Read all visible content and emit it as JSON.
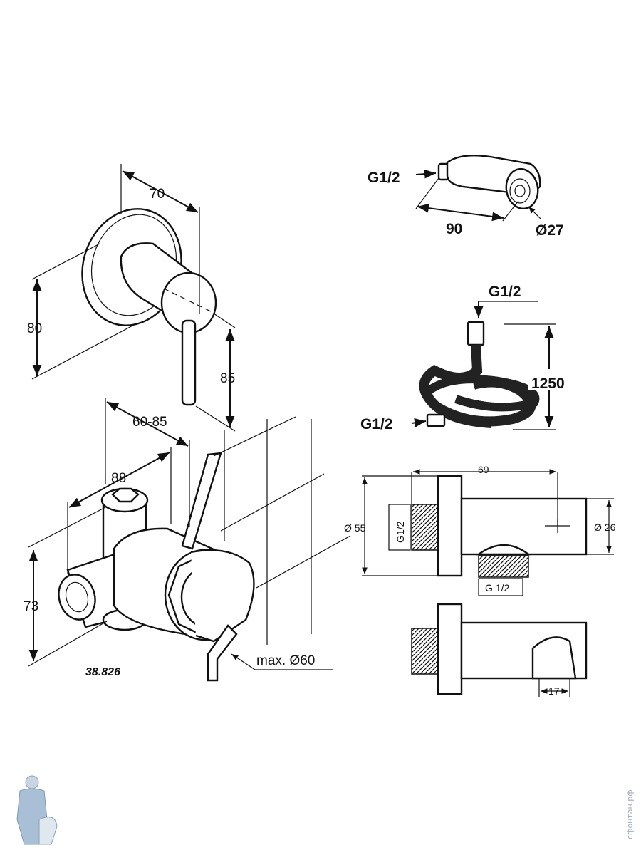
{
  "product_code": "38.826",
  "watermark": "сфонтан.рф",
  "valve": {
    "width": "70",
    "height": "80",
    "lever_length": "85",
    "installation_depth": "60-85",
    "body_width": "88",
    "body_height": "73",
    "max_diameter": "max. Ø60"
  },
  "handshower": {
    "connection": "G1/2",
    "length": "90",
    "diameter": "Ø27"
  },
  "hose": {
    "connection_top": "G1/2",
    "connection_bottom": "G1/2",
    "length": "1250"
  },
  "wall_outlet": {
    "length": "69",
    "flange_diameter": "Ø 55",
    "outlet_diameter": "Ø 26",
    "thread_back": "G1/2",
    "thread_bottom": "G 1/2",
    "holder_width": "17"
  },
  "colors": {
    "line": "#111111",
    "watermark": "#9aa9b8"
  }
}
